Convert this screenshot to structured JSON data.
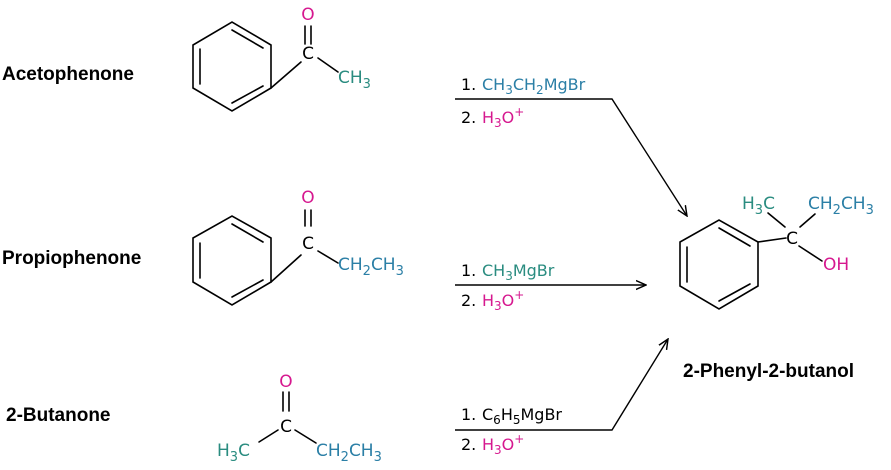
{
  "colors": {
    "black": "#000000",
    "teal": "#2a8c80",
    "blue": "#2b7fa6",
    "magenta": "#d6188f"
  },
  "reactants": [
    {
      "name": "Acetophenone",
      "oxygen": "O",
      "carbon": "C",
      "substituent": "CH3",
      "reagent_step1": "CH3CH2MgBr",
      "reagent_step2": "H3O+"
    },
    {
      "name": "Propiophenone",
      "oxygen": "O",
      "carbon": "C",
      "substituent": "CH2CH3",
      "reagent_step1": "CH3MgBr",
      "reagent_step2": "H3O+"
    },
    {
      "name": "2-Butanone",
      "oxygen": "O",
      "carbon": "C",
      "left_group": "H3C",
      "right_group": "CH2CH3",
      "reagent_step1": "C6H5MgBr",
      "reagent_step2": "H3O+"
    }
  ],
  "steps": {
    "one": "1.",
    "two": "2."
  },
  "product": {
    "name": "2-Phenyl-2-butanol",
    "carbon": "C",
    "methyl": "H3C",
    "ethyl": "CH2CH3",
    "hydroxyl": "OH"
  }
}
